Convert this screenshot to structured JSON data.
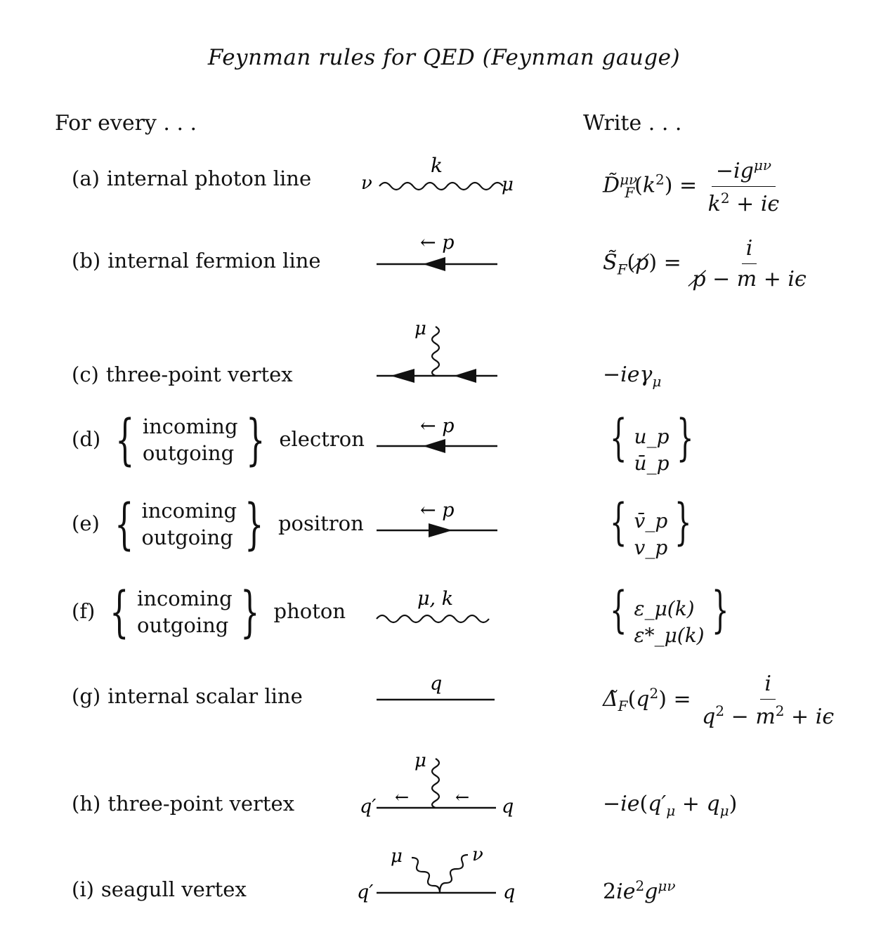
{
  "title": "Feynman rules for QED (Feynman gauge)",
  "headers": {
    "left": "For every . . .",
    "right": "Write . . ."
  },
  "rows": [
    {
      "tag": "(a)",
      "text": "internal photon line",
      "diag_labels": [
        "ν",
        "k",
        "μ"
      ],
      "formula": "D̃^{μν}_F(k²) = −ig^{μν} / (k² + iϵ)"
    },
    {
      "tag": "(b)",
      "text": "internal fermion line",
      "diag_labels": [
        "← p"
      ],
      "formula": "S̃_F(p̸) = i / (p̸ − m + iϵ)"
    },
    {
      "tag": "(c)",
      "text": "three-point vertex",
      "diag_labels": [
        "μ"
      ],
      "formula": "−ieγ_μ"
    },
    {
      "tag": "(d)",
      "stack": [
        "incoming",
        "outgoing"
      ],
      "text": "electron",
      "diag_labels": [
        "← p"
      ],
      "formula_stack": [
        "u_p",
        "ū_p"
      ]
    },
    {
      "tag": "(e)",
      "stack": [
        "incoming",
        "outgoing"
      ],
      "text": "positron",
      "diag_labels": [
        "← p"
      ],
      "formula_stack": [
        "v̄_p",
        "v_p"
      ]
    },
    {
      "tag": "(f)",
      "stack": [
        "incoming",
        "outgoing"
      ],
      "text": "photon",
      "diag_labels": [
        "μ, k"
      ],
      "formula_stack": [
        "ε_μ(k)",
        "ε*_μ(k)"
      ]
    },
    {
      "tag": "(g)",
      "text": "internal scalar line",
      "diag_labels": [
        "q"
      ],
      "formula": "Δ̃_F(q²) = i / (q² − m² + iϵ)"
    },
    {
      "tag": "(h)",
      "text": "three-point vertex",
      "diag_labels": [
        "μ",
        "q′",
        "q",
        "←",
        "←"
      ],
      "formula": "−ie(q′_μ + q_μ)"
    },
    {
      "tag": "(i)",
      "text": "seagull vertex",
      "diag_labels": [
        "μ",
        "ν",
        "q′",
        "q"
      ],
      "formula": "2ie²g^{μν}"
    }
  ]
}
